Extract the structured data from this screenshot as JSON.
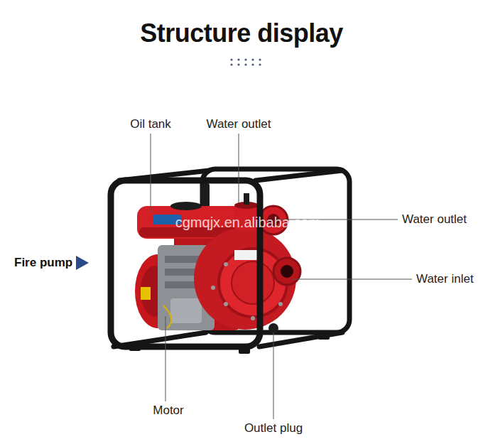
{
  "diagram": {
    "title": "Structure display",
    "labels": [
      "Oil tank",
      "Water outlet",
      "Water outlet",
      "Water inlet",
      "Fire pump",
      "Motor",
      "Outlet plug",
      "cgmqjx.en.alibaba.com"
    ]
  }
}
